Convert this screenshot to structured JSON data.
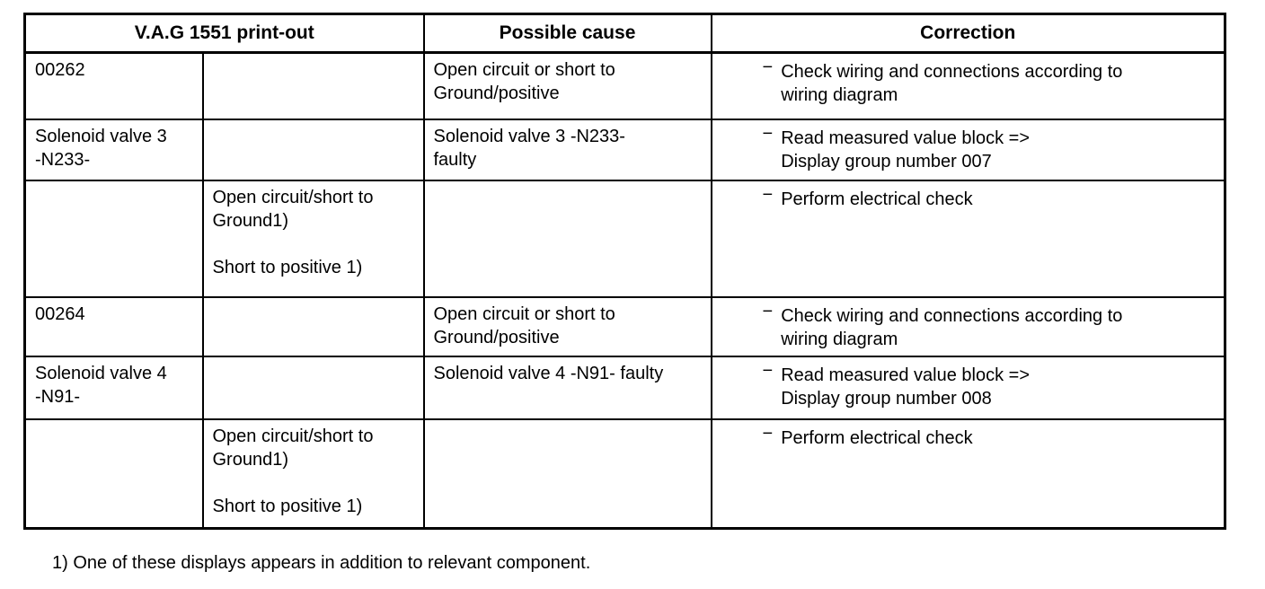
{
  "document": {
    "background": "#ffffff",
    "text_color": "#000000",
    "border_color": "#000000"
  },
  "table": {
    "header": {
      "printout_label": "V.A.G 1551 print-out",
      "possible_cause_label": "Possible cause",
      "correction_label": "Correction"
    },
    "bullet_char": "−",
    "rows": [
      {
        "code": "00262",
        "sub": "",
        "cause": "Open circuit or short to\nGround/positive",
        "correction": "Check wiring and connections according to\nwiring diagram"
      },
      {
        "code": "Solenoid valve 3\n-N233-",
        "sub": "",
        "cause": "Solenoid valve 3 -N233-\nfaulty",
        "correction": "Read measured value block =>\nDisplay group number 007"
      },
      {
        "code": "",
        "sub": "Open circuit/short to\nGround1)\n\nShort to positive 1)",
        "cause": "",
        "correction": "Perform electrical check"
      },
      {
        "code": "00264",
        "sub": "",
        "cause": "Open circuit or short to\nGround/positive",
        "correction": "Check wiring and connections according to\nwiring diagram"
      },
      {
        "code": "Solenoid valve 4\n-N91-",
        "sub": "",
        "cause": "Solenoid valve 4 -N91- faulty",
        "correction": "Read measured value block =>\nDisplay group number 008"
      },
      {
        "code": "",
        "sub": "Open circuit/short to\nGround1)\n\nShort to positive 1)",
        "cause": "",
        "correction": "Perform electrical check"
      }
    ]
  },
  "footnote": "1) One of these displays appears in addition to relevant component."
}
